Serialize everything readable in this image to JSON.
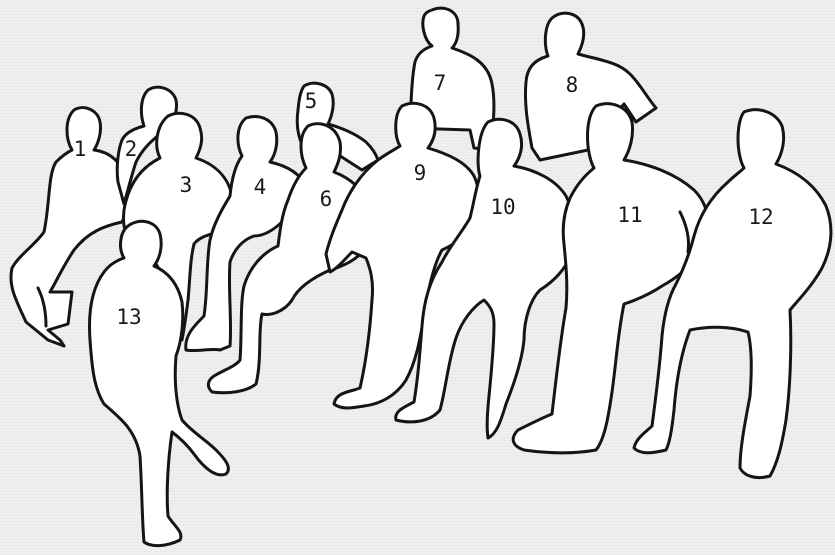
{
  "figures": [
    {
      "id": "fig-1",
      "label": "1"
    },
    {
      "id": "fig-2",
      "label": "2"
    },
    {
      "id": "fig-3",
      "label": "3"
    },
    {
      "id": "fig-4",
      "label": "4"
    },
    {
      "id": "fig-5",
      "label": "5"
    },
    {
      "id": "fig-6",
      "label": "6"
    },
    {
      "id": "fig-7",
      "label": "7"
    },
    {
      "id": "fig-8",
      "label": "8"
    },
    {
      "id": "fig-9",
      "label": "9"
    },
    {
      "id": "fig-10",
      "label": "10"
    },
    {
      "id": "fig-11",
      "label": "11"
    },
    {
      "id": "fig-12",
      "label": "12"
    },
    {
      "id": "fig-13",
      "label": "13"
    }
  ],
  "colors": {
    "background": "#efefed",
    "outline": "#151515",
    "figure_fill": "#ffffff"
  }
}
